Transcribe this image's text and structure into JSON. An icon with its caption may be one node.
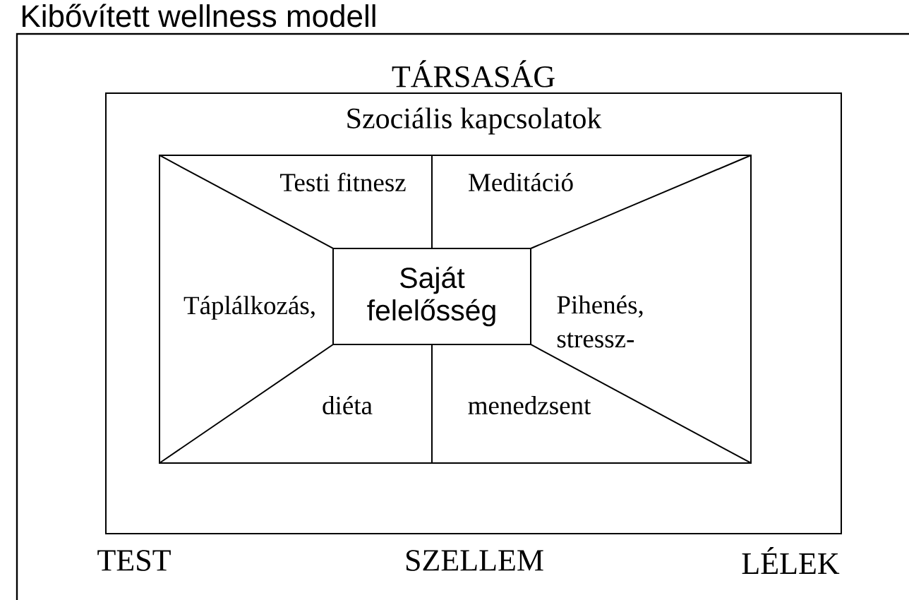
{
  "diagram": {
    "title": "Kibővített wellness modell",
    "nodes": [
      {
        "text": [
          "TÁRSASÁG",
          "Szociális kapcsolatok"
        ]
      },
      {
        "text": [],
        "shape": "box",
        "in": 0
      },
      {
        "text": [
          "Saját felelősség"
        ],
        "in": 1
      }
    ],
    "labels": [
      "Testi fitnesz",
      "Meditáció",
      "Táplálkozás,",
      "Pihenés, stressz-",
      "diéta",
      "menedzsent",
      "TEST",
      "SZELLEM",
      "LÉLEK"
    ]
  }
}
